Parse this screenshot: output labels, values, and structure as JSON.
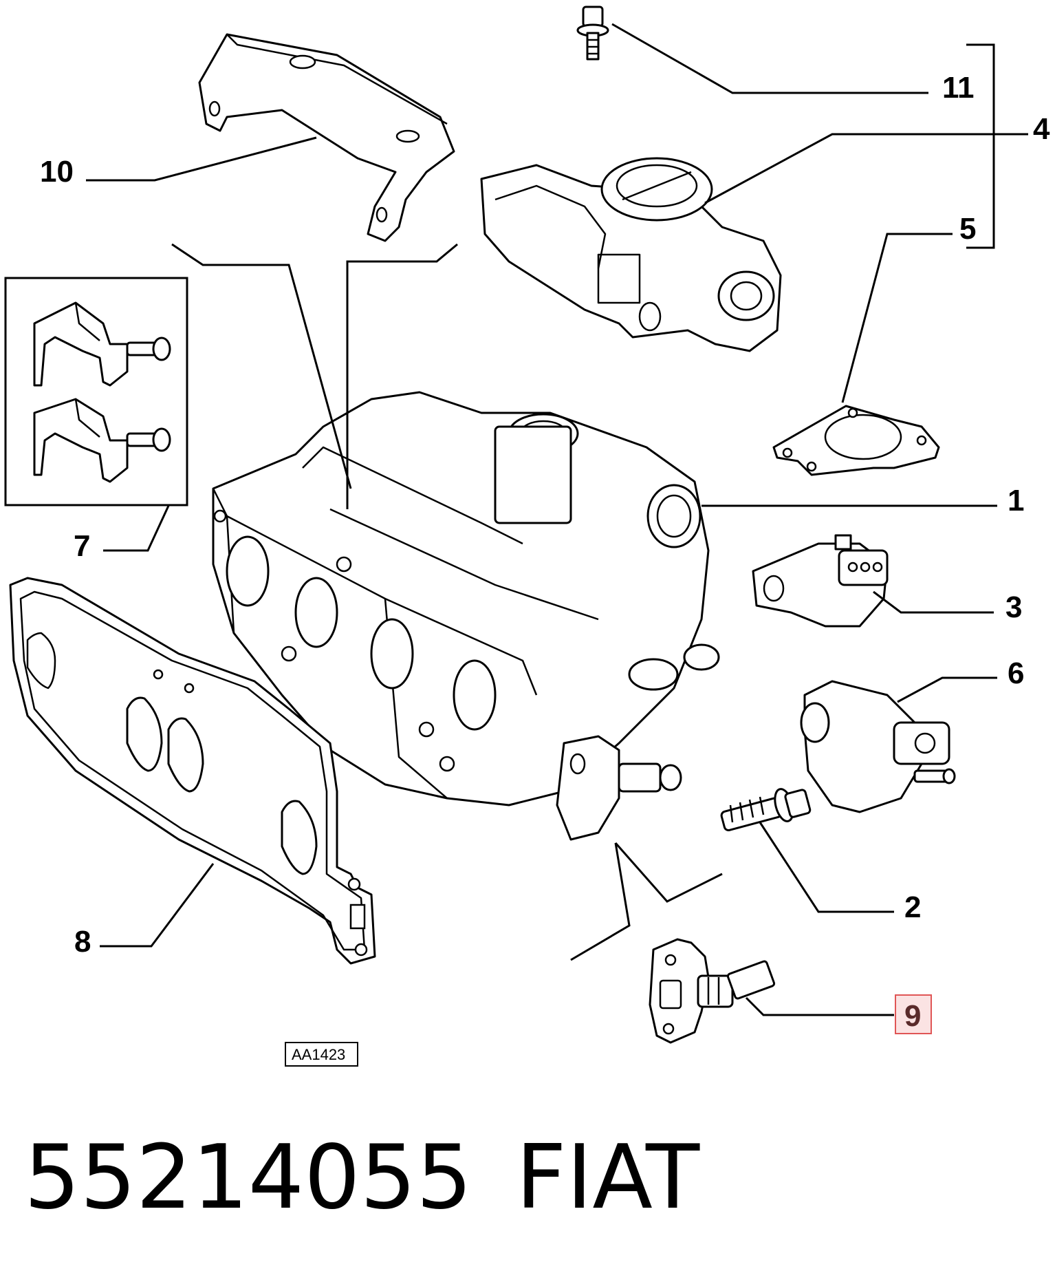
{
  "callouts": {
    "c1": "1",
    "c2": "2",
    "c3": "3",
    "c4": "4",
    "c5": "5",
    "c6": "6",
    "c7": "7",
    "c8": "8",
    "c9": "9",
    "c10": "10",
    "c11": "11"
  },
  "highlighted_callout": "9",
  "highlight_color": "#e05555",
  "drawing_ref": "AA1423",
  "part_number": "55214055",
  "brand": "FIAT"
}
